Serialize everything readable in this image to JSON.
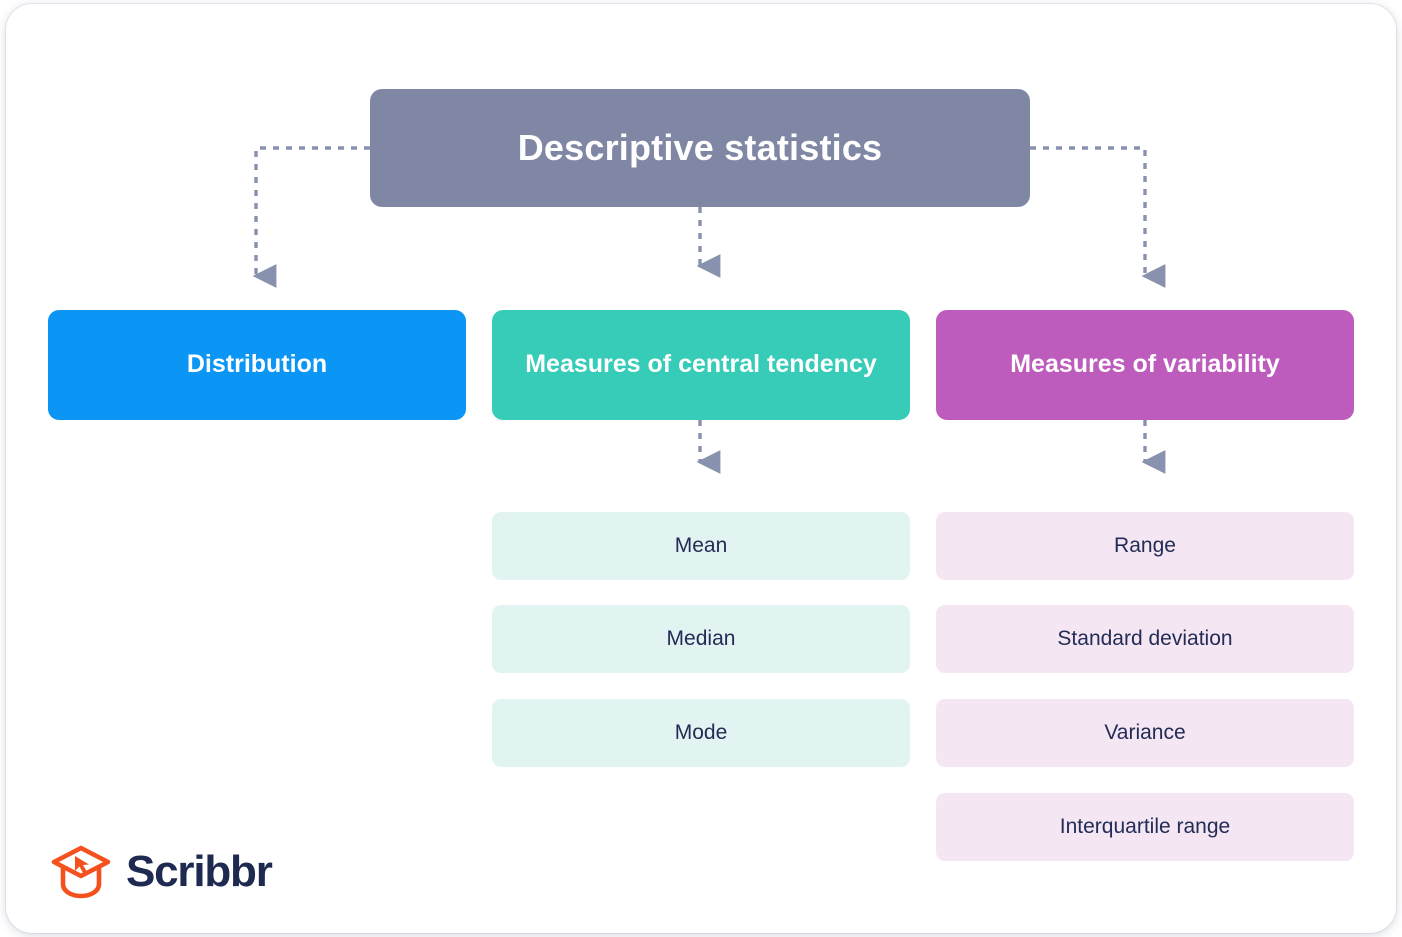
{
  "diagram": {
    "root": {
      "label": "Descriptive statistics",
      "color": "#7f87a4"
    },
    "branches": [
      {
        "label": "Distribution",
        "color": "#0b95f5",
        "leaf_color": "",
        "children": []
      },
      {
        "label": "Measures of central tendency",
        "color": "#36ccb8",
        "leaf_color": "#e2f4f1",
        "children": [
          "Mean",
          "Median",
          "Mode"
        ]
      },
      {
        "label": "Measures of variability",
        "color": "#bd5cbd",
        "leaf_color": "#f4e6f3",
        "children": [
          "Range",
          "Standard deviation",
          "Variance",
          "Interquartile range"
        ]
      }
    ],
    "connector_color": "#8891ad",
    "leaf_text_color": "#232c56"
  },
  "branding": {
    "wordmark": "Scribbr",
    "mark_icon": "graduation-cap-cursor-icon",
    "mark_color": "#f4511e",
    "wordmark_color": "#1f2a50"
  }
}
